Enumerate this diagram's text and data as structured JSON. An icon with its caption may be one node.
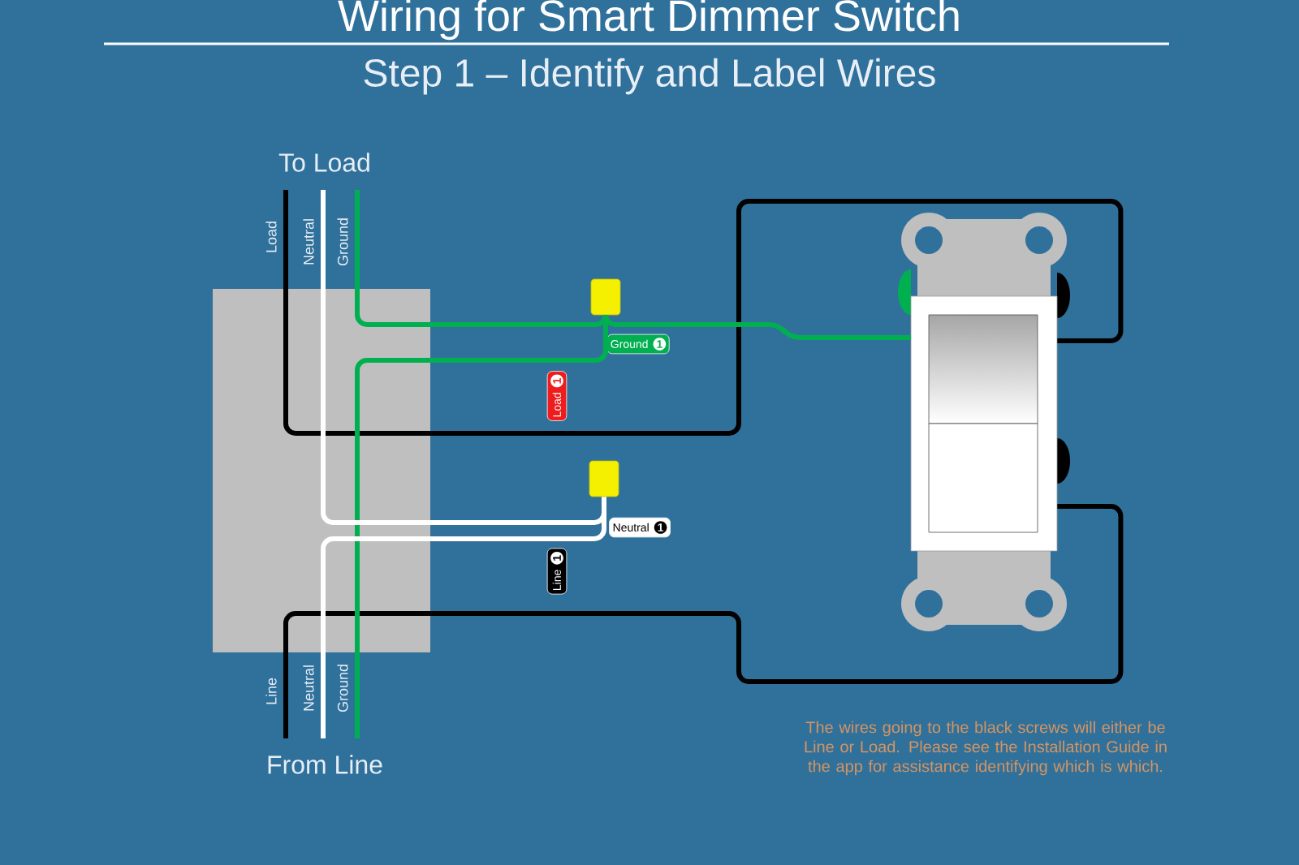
{
  "diagram": {
    "title": "Wiring for Smart Dimmer Switch",
    "nodes": [
      {
        "text": [],
        "shape": "box"
      },
      {
        "text": [
          "Ground",
          "1"
        ]
      },
      {
        "text": [
          "Load",
          "1"
        ]
      },
      {
        "text": [
          "Neutral",
          "1"
        ]
      },
      {
        "text": [
          "Line",
          "1"
        ]
      },
      {
        "text": [],
        "shape": "cone"
      },
      {
        "text": [],
        "shape": "cone"
      },
      {
        "text": [],
        "shape": "picture"
      }
    ],
    "edges": [
      {
        "from": null,
        "to": 7,
        "arrow": "none",
        "color": "#000000"
      },
      {
        "from": null,
        "to": 7,
        "arrow": "none",
        "color": "#000000"
      },
      {
        "from": null,
        "to": 5,
        "arrow": "none",
        "color": "#00b050"
      },
      {
        "from": null,
        "to": 5,
        "arrow": "none",
        "color": "#00b050"
      },
      {
        "from": 5,
        "to": 7,
        "arrow": "none",
        "color": "#00b050"
      },
      {
        "from": null,
        "to": 6,
        "arrow": "none",
        "color": "#ffffff"
      },
      {
        "from": null,
        "to": 6,
        "arrow": "none",
        "color": "#ffffff"
      }
    ],
    "labels": [
      "Step 1 – Identify and Label Wires",
      "To Load",
      "Load",
      "Neutral",
      "Ground",
      "Line",
      "Neutral",
      "Ground",
      "From Line",
      "The wires going to the black screws will either be Line or Load.  Please see the Installation Guide in the app for assistance identifying which is which."
    ]
  }
}
